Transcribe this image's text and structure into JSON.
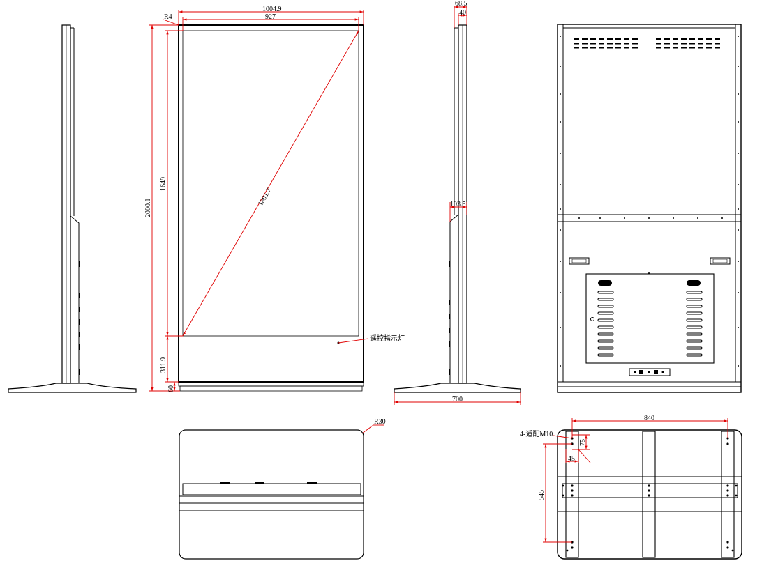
{
  "dims": {
    "width_total": "1004.9",
    "width_screen": "927",
    "corner_radius_top": "R4",
    "height_total": "2000.1",
    "height_screen": "1649",
    "diagonal": "1891.7",
    "height_bottom": "311.9",
    "height_base": "60",
    "depth_top": "68.5",
    "depth_panel": "40",
    "depth_lower": "103.5",
    "base_depth": "700",
    "corner_radius_base": "R30",
    "base_width": "840",
    "base_depth_holes": "545",
    "hole_offset_y": "75",
    "hole_offset_x": "45",
    "mounting_holes": "4-适配M10",
    "remote_indicator": "遥控指示灯"
  },
  "colors": {
    "dimension": "#e00000",
    "outline": "#000000"
  }
}
